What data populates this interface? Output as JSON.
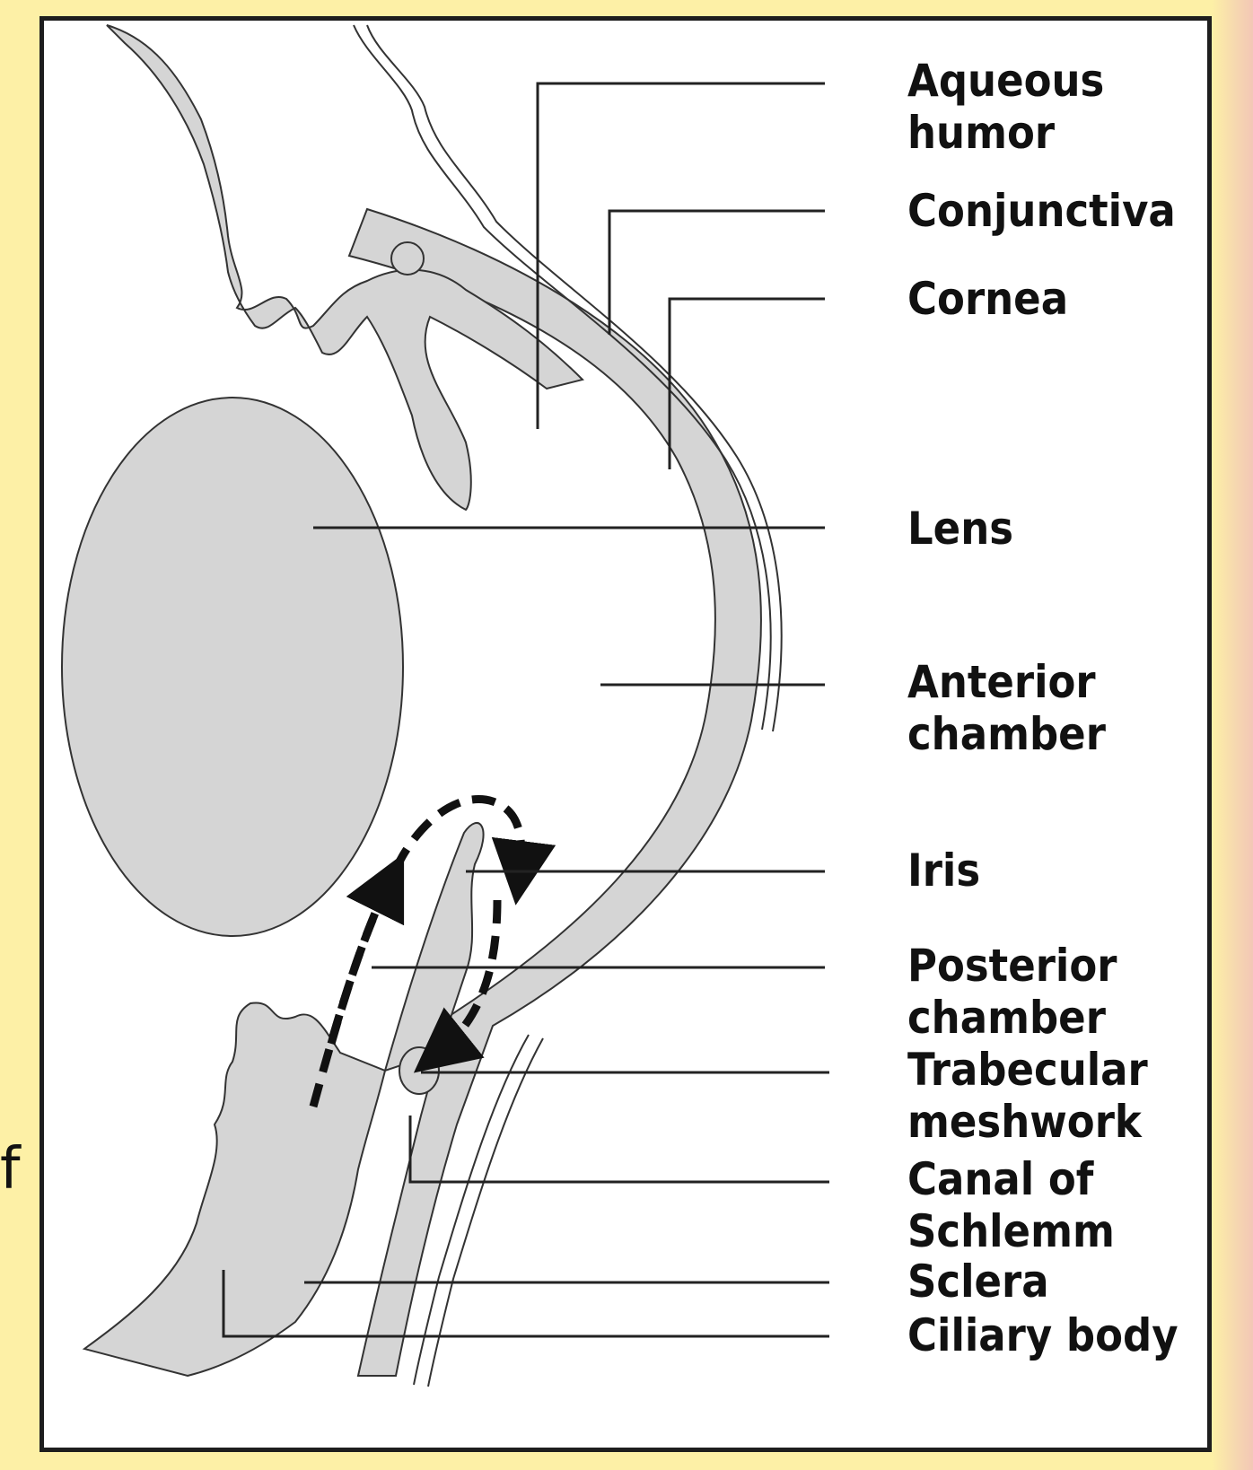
{
  "background_color": "#fdf0a6",
  "tissue_color": "#d5d5d5",
  "line_color": "#333333",
  "labels": {
    "aqueous_humor": [
      "Aqueous",
      "humor"
    ],
    "conjunctiva": "Conjunctiva",
    "cornea": "Cornea",
    "lens": "Lens",
    "anterior_chamber": [
      "Anterior",
      "chamber"
    ],
    "iris": "Iris",
    "posterior_chamber": [
      "Posterior",
      "chamber"
    ],
    "trabecular_meshwork": [
      "Trabecular",
      "meshwork"
    ],
    "canal_of_schlemm": [
      "Canal of",
      "Schlemm"
    ],
    "sclera": "Sclera",
    "ciliary_body": "Ciliary body"
  },
  "cut_off_text": "f",
  "flow_arrow_icon": "dashed-flow-arrow-icon"
}
